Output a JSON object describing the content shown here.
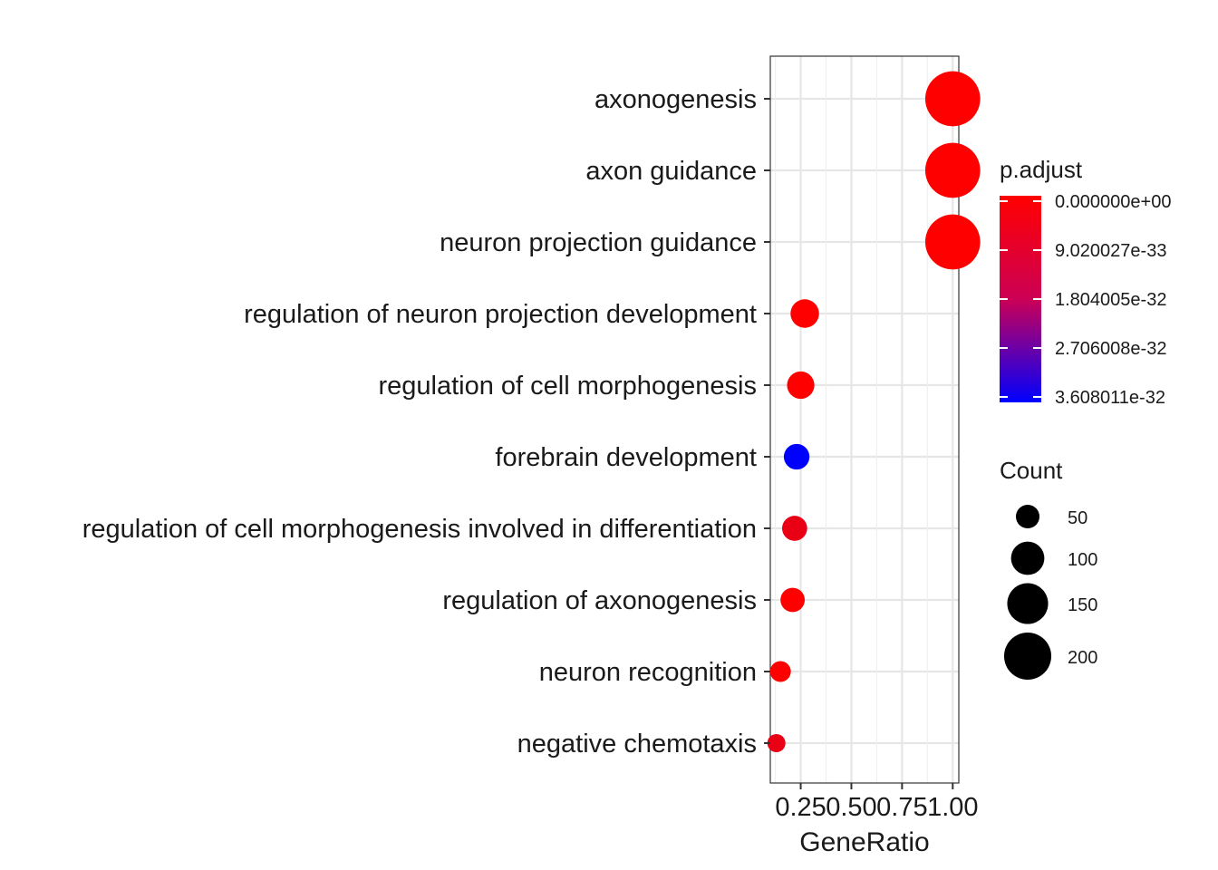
{
  "chart_data": {
    "type": "scatter",
    "xlabel": "GeneRatio",
    "ylabel": "",
    "xlim": [
      0.1,
      1.03
    ],
    "x_ticks": [
      0.25,
      0.5,
      0.75,
      1.0
    ],
    "x_tick_labels": [
      "0.25",
      "0.50",
      "0.75",
      "1.00"
    ],
    "grid": true,
    "legend_placement": "right",
    "categories": [
      "axonogenesis",
      "axon guidance",
      "neuron projection guidance",
      "regulation of neuron projection development",
      "regulation of cell morphogenesis",
      "forebrain development",
      "regulation of cell morphogenesis involved in differentiation",
      "regulation of axonogenesis",
      "neuron recognition",
      "negative chemotaxis"
    ],
    "points": [
      {
        "term": "axonogenesis",
        "gene_ratio": 1.0,
        "count": 230,
        "p_adjust": 0.0
      },
      {
        "term": "axon guidance",
        "gene_ratio": 1.0,
        "count": 230,
        "p_adjust": 0.0
      },
      {
        "term": "neuron projection guidance",
        "gene_ratio": 1.0,
        "count": 230,
        "p_adjust": 0.0
      },
      {
        "term": "regulation of neuron projection development",
        "gene_ratio": 0.27,
        "count": 62,
        "p_adjust": 0.0
      },
      {
        "term": "regulation of cell morphogenesis",
        "gene_ratio": 0.25,
        "count": 57,
        "p_adjust": 0.0
      },
      {
        "term": "forebrain development",
        "gene_ratio": 0.23,
        "count": 50,
        "p_adjust": 3.608011e-32
      },
      {
        "term": "regulation of cell morphogenesis involved in differentiation",
        "gene_ratio": 0.22,
        "count": 48,
        "p_adjust": 3e-33
      },
      {
        "term": "regulation of axonogenesis",
        "gene_ratio": 0.21,
        "count": 45,
        "p_adjust": 0.0
      },
      {
        "term": "neuron recognition",
        "gene_ratio": 0.15,
        "count": 33,
        "p_adjust": 0.0
      },
      {
        "term": "negative chemotaxis",
        "gene_ratio": 0.13,
        "count": 25,
        "p_adjust": 3e-33
      }
    ],
    "color_legend": {
      "title": "p.adjust",
      "min": 0.0,
      "max": 3.608011e-32,
      "low_color": "#ff0000",
      "high_color": "#0000ff",
      "labels": [
        "0.000000e+00",
        "9.020027e-33",
        "1.804005e-32",
        "2.706008e-32",
        "3.608011e-32"
      ],
      "values": [
        0.0,
        9.020027e-33,
        1.804005e-32,
        2.706008e-32,
        3.608011e-32
      ]
    },
    "size_legend": {
      "title": "Count",
      "values": [
        50,
        100,
        150,
        200
      ],
      "labels": [
        "50",
        "100",
        "150",
        "200"
      ],
      "color": "#000000"
    }
  }
}
